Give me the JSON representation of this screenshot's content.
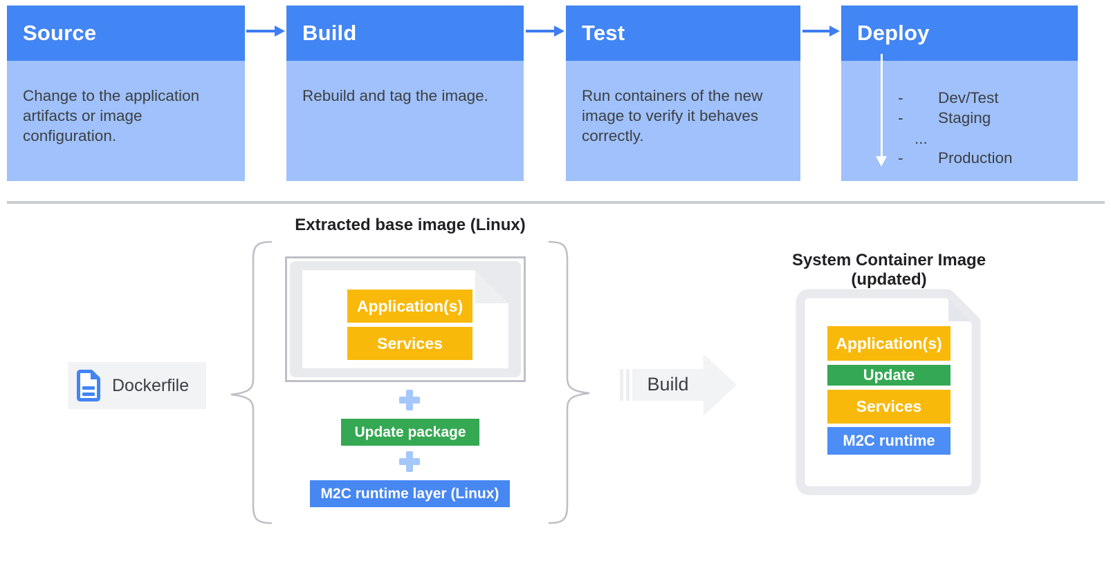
{
  "pipeline": {
    "stages": [
      {
        "title": "Source",
        "body": "Change to the application artifacts or image configuration."
      },
      {
        "title": "Build",
        "body": "Rebuild and tag the image."
      },
      {
        "title": "Test",
        "body": "Run containers of the new image to verify it behaves correctly."
      },
      {
        "title": "Deploy",
        "body": ""
      }
    ],
    "deploy_list": {
      "items": [
        {
          "bullet": "-",
          "label": "Dev/Test"
        },
        {
          "bullet": "-",
          "label": "Staging"
        },
        {
          "bullet": "",
          "label": "..."
        },
        {
          "bullet": "-",
          "label": "Production"
        }
      ]
    }
  },
  "build_flow": {
    "extracted_label": "Extracted base image (Linux)",
    "dockerfile_label": "Dockerfile",
    "base_image_layers": [
      "Application(s)",
      "Services"
    ],
    "plus_sign": "+",
    "update_package_label": "Update package",
    "runtime_layer_label": "M2C runtime layer (Linux)",
    "build_arrow_label": "Build",
    "result_title": "System Container Image (updated)",
    "result_layers": [
      {
        "label": "Application(s)",
        "color": "#F9B90B"
      },
      {
        "label": "Update",
        "color": "#34A853"
      },
      {
        "label": "Services",
        "color": "#F9B90B"
      },
      {
        "label": "M2C runtime",
        "color": "#4C8DF6"
      }
    ]
  },
  "colors": {
    "stage_header_blue": "#4285F4",
    "stage_body_blue": "#A0C1FB",
    "flow_arrow_blue": "#3E7DF2",
    "divider_gray": "#C9CDD2",
    "brace_gray": "#BDC1C6",
    "plus_blue": "#A5C7FA",
    "yellow": "#F9B90B",
    "green": "#34A853",
    "runtime_blue": "#4787F2",
    "doc_gray": "#E8EAED",
    "chip_gray": "#F1F3F4",
    "text_dark": "#3C4043",
    "title_dark": "#202124"
  }
}
